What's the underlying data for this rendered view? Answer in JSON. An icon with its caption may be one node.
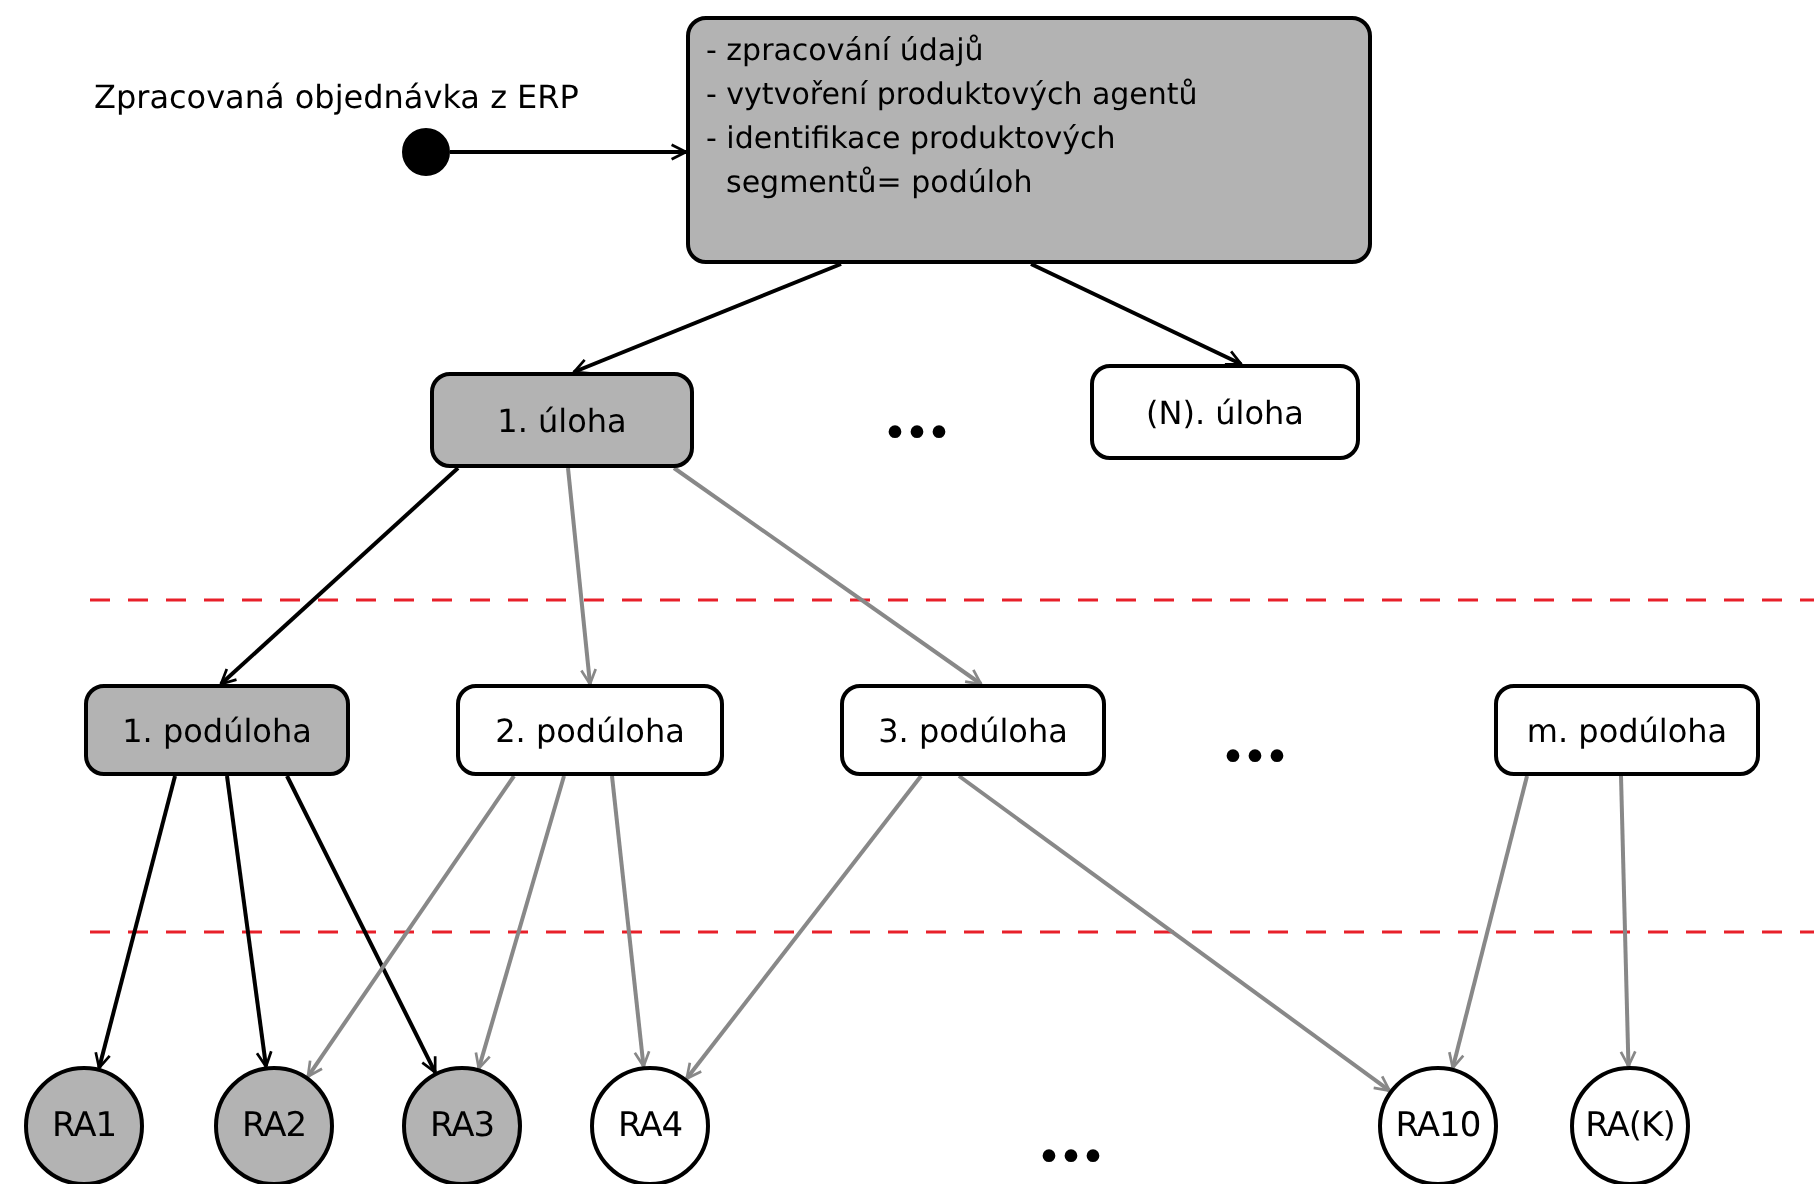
{
  "diagram": {
    "nodes": [
      {
        "text": [],
        "shape": "circle",
        "beside": [
          "Zpracovaná objednávka z ERP"
        ]
      },
      {
        "text": [
          "- zpracování údajů",
          "- vytvoření produktových agentů",
          "- identifikace produktových segmentů= podúloh"
        ]
      },
      {
        "text": [
          "1. úloha"
        ]
      },
      {
        "text": [
          "(N). úloha"
        ]
      },
      {
        "text": [
          "1. podúloha"
        ]
      },
      {
        "text": [
          "2. podúloha"
        ]
      },
      {
        "text": [
          "3. podúloha"
        ]
      },
      {
        "text": [
          "m. podúloha"
        ]
      },
      {
        "text": [
          "RA1"
        ]
      },
      {
        "text": [
          "RA2"
        ]
      },
      {
        "text": [
          "RA3"
        ]
      },
      {
        "text": [
          "RA4"
        ]
      },
      {
        "text": [
          "RA10"
        ]
      },
      {
        "text": [
          "RA(K)"
        ]
      }
    ],
    "edges": [
      {
        "from": 0,
        "to": 1,
        "arrow": "to",
        "color": "#000000"
      },
      {
        "from": 1,
        "to": 2,
        "arrow": "to",
        "color": "#000000"
      },
      {
        "from": 1,
        "to": 3,
        "arrow": "to",
        "color": "#000000"
      },
      {
        "from": 2,
        "to": 4,
        "arrow": "to",
        "color": "#000000"
      },
      {
        "from": 2,
        "to": 5,
        "arrow": "to"
      },
      {
        "from": 2,
        "to": 6,
        "arrow": "to"
      },
      {
        "from": 4,
        "to": 8,
        "arrow": "to",
        "color": "#000000"
      },
      {
        "from": 4,
        "to": 9,
        "arrow": "to",
        "color": "#000000"
      },
      {
        "from": 4,
        "to": 10,
        "arrow": "to",
        "color": "#000000"
      },
      {
        "from": 5,
        "to": 9,
        "arrow": "to"
      },
      {
        "from": 5,
        "to": 10,
        "arrow": "to"
      },
      {
        "from": 5,
        "to": 11,
        "arrow": "to"
      },
      {
        "from": 6,
        "to": 11,
        "arrow": "to"
      },
      {
        "from": 6,
        "to": 12,
        "arrow": "to"
      },
      {
        "from": 7,
        "to": 12,
        "arrow": "to"
      },
      {
        "from": 7,
        "to": 13,
        "arrow": "to"
      }
    ],
    "labels": [
      "•••",
      "•••",
      "•••"
    ]
  }
}
